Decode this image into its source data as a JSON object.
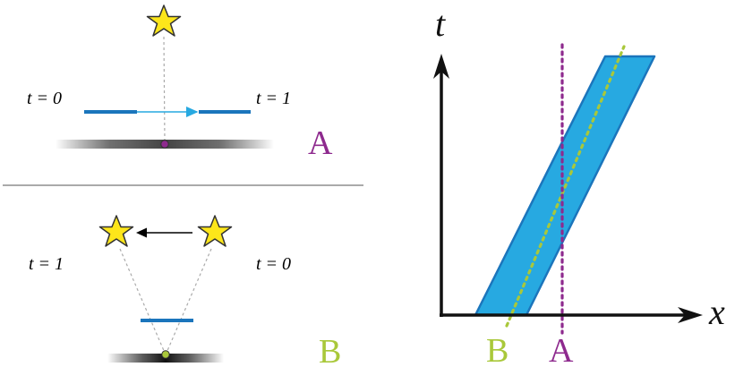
{
  "panel_a": {
    "label": "A",
    "label_t0": "t = 0",
    "label_t1": "t = 1"
  },
  "panel_b": {
    "label": "B",
    "label_t1": "t = 1",
    "label_t0": "t = 0"
  },
  "spacetime": {
    "y_axis_label": "t",
    "x_axis_label": "x",
    "label_b": "B",
    "label_a": "A"
  },
  "colors": {
    "purple": "#8e2a8e",
    "green": "#a9c83a",
    "blue_fill": "#27a9e1",
    "blue_stroke": "#1b75bc",
    "star_fill": "#fde61a",
    "star_stroke": "#333333"
  }
}
